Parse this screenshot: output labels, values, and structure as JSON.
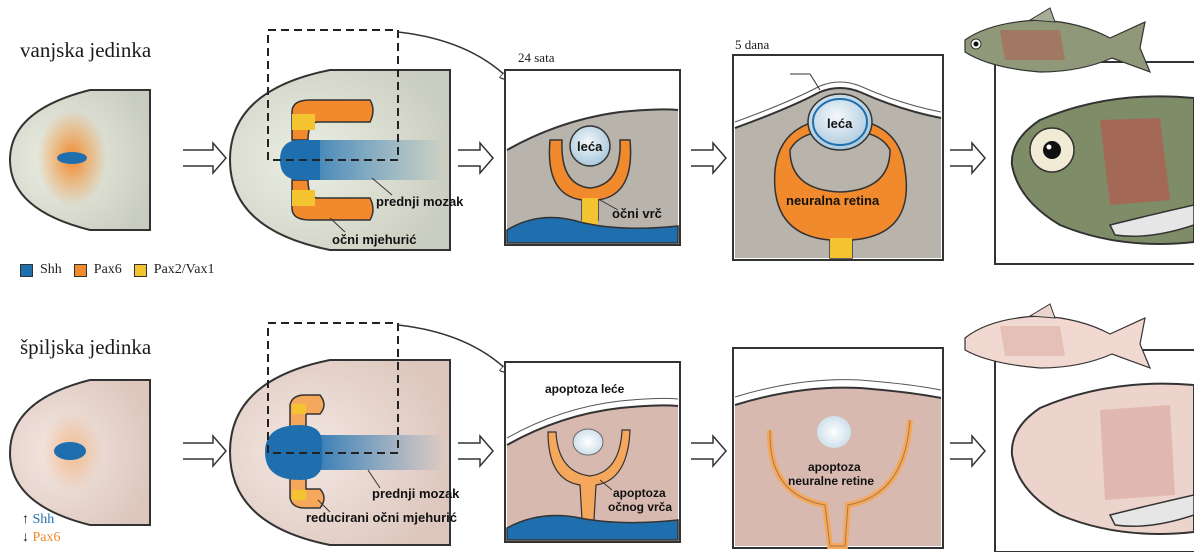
{
  "top_row": {
    "title": "vanjska jedinka",
    "stage1_label": "24 sata",
    "stage2_label": "5 dana",
    "labels": {
      "forebrain": "prednji mozak",
      "optic_vesicle": "očni mjehurić",
      "lens_1": "leća",
      "optic_cup": "očni vrč",
      "lens_2": "leća",
      "neural_retina": "neuralna retina"
    }
  },
  "legend": {
    "items": [
      {
        "name": "Shh",
        "color": "#1f6fae"
      },
      {
        "name": "Pax6",
        "color": "#f08a2c"
      },
      {
        "name": "Pax2/Vax1",
        "color": "#f4c430"
      }
    ]
  },
  "bottom_row": {
    "title": "špiljska jedinka",
    "labels": {
      "forebrain": "prednji mozak",
      "reduced_vesicle": "reducirani očni mjehurić",
      "lens_apoptosis": "apoptoza leće",
      "cup_apoptosis_1": "apoptoza",
      "cup_apoptosis_2": "očnog vrča",
      "retina_apoptosis_1": "apoptoza",
      "retina_apoptosis_2": "neuralne retine"
    },
    "markers": {
      "up_arrow": "↑",
      "up_gene": "Shh",
      "down_arrow": "↓",
      "down_gene": "Pax6"
    }
  },
  "colors": {
    "shh": "#1f6fae",
    "pax6": "#f08a2c",
    "pax2": "#f4c430",
    "surface_top": "#d9dccd",
    "surface_bottom": "#ecd9d2",
    "tissue_top": "#b8b4ac",
    "tissue_bottom": "#d8b9b0"
  }
}
